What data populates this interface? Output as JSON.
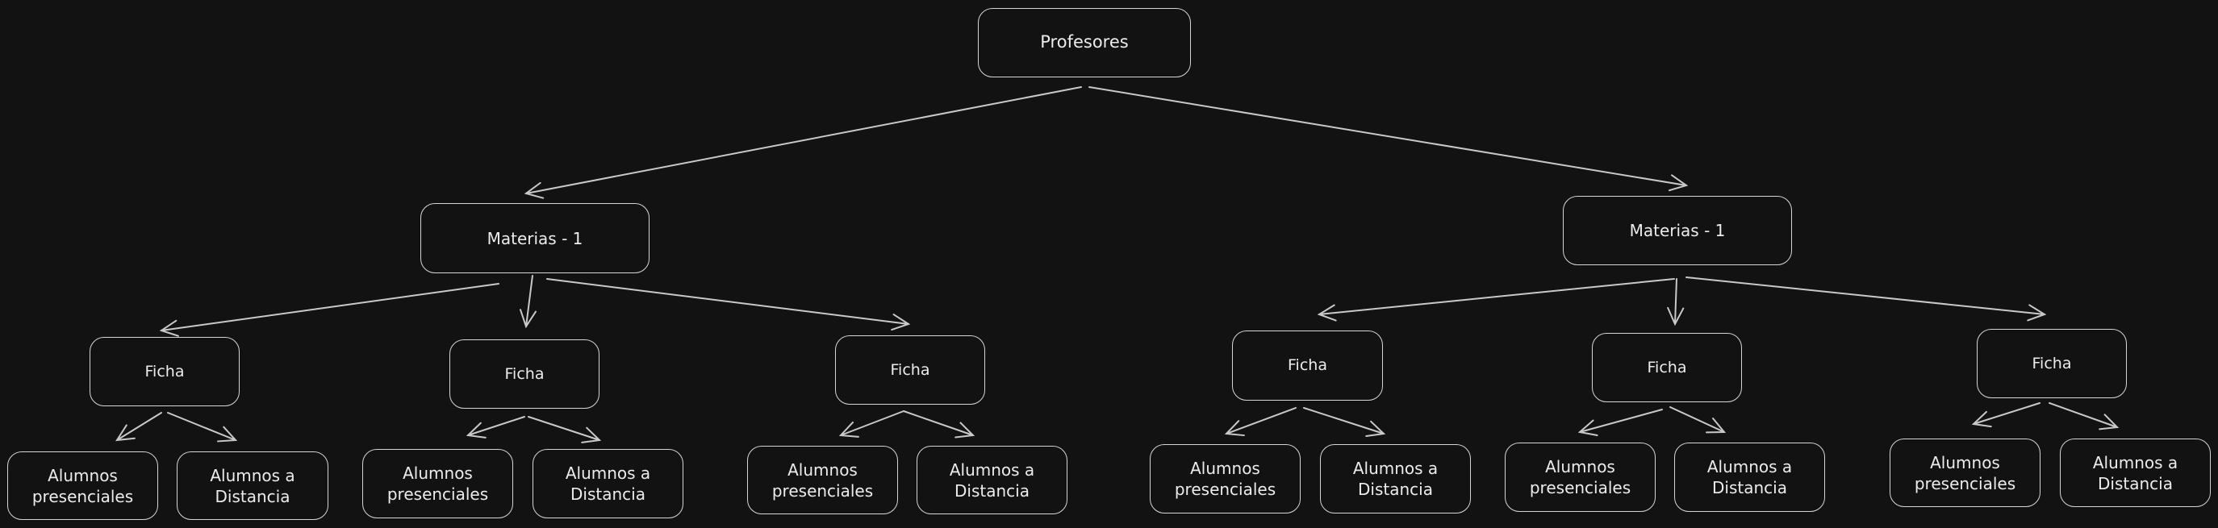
{
  "colors": {
    "background": "#121212",
    "stroke": "#d6d6d6",
    "text": "#ececec"
  },
  "root": {
    "label": "Profesores"
  },
  "branches": [
    {
      "label": "Materias - 1",
      "fichas": [
        {
          "label": "Ficha",
          "children": [
            "Alumnos\npresenciales",
            "Alumnos a\nDistancia"
          ]
        },
        {
          "label": "Ficha",
          "children": [
            "Alumnos\npresenciales",
            "Alumnos a\nDistancia"
          ]
        },
        {
          "label": "Ficha",
          "children": [
            "Alumnos\npresenciales",
            "Alumnos a\nDistancia"
          ]
        }
      ]
    },
    {
      "label": "Materias - 1",
      "fichas": [
        {
          "label": "Ficha",
          "children": [
            "Alumnos\npresenciales",
            "Alumnos a\nDistancia"
          ]
        },
        {
          "label": "Ficha",
          "children": [
            "Alumnos\npresenciales",
            "Alumnos a\nDistancia"
          ]
        },
        {
          "label": "Ficha",
          "children": [
            "Alumnos\npresenciales",
            "Alumnos a\nDistancia"
          ]
        }
      ]
    }
  ]
}
